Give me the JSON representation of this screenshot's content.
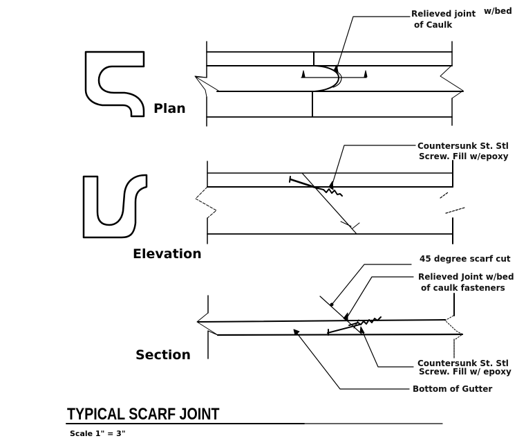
{
  "title": "TYPICAL SCARF JOINT",
  "scale": "Scale 1\" = 3\"",
  "views": {
    "plan": {
      "label": "Plan",
      "callouts": [
        {
          "line1": "Relieved joint",
          "line1_suffix": "w/bed",
          "line2": "of Caulk"
        }
      ]
    },
    "elevation": {
      "label": "Elevation",
      "callouts": [
        {
          "line1": "Countersunk St. Stl",
          "line2": "Screw. Fill w/epoxy"
        }
      ]
    },
    "section": {
      "label": "Section",
      "callouts": [
        {
          "line1": "45 degree scarf cut"
        },
        {
          "line1": "Relieved Joint w/bed",
          "line2": "of caulk fasteners"
        },
        {
          "line1": "Countersunk St. Stl",
          "line2": "Screw.  Fill w/ epoxy"
        },
        {
          "line1": "Bottom of Gutter"
        }
      ]
    }
  },
  "colors": {
    "ink": "#000000",
    "paper": "#ffffff"
  }
}
